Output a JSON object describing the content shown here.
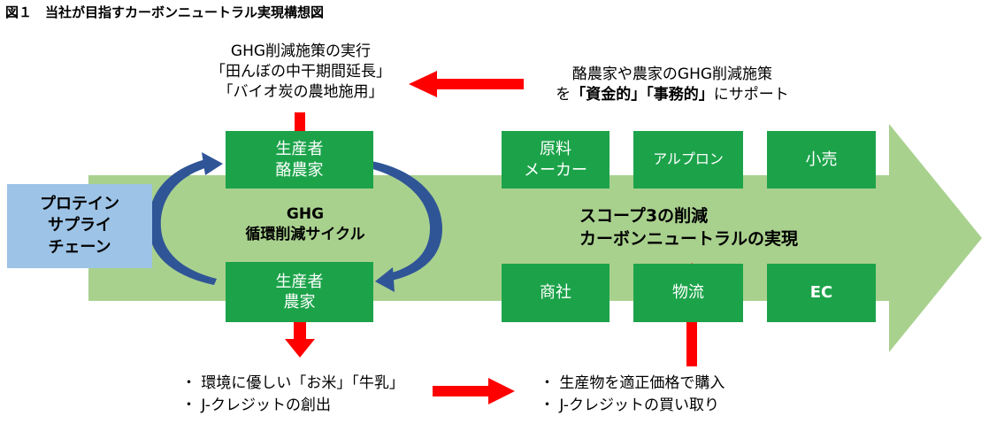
{
  "title": "図１　当社が目指すカーボンニュートラル実現構想図",
  "protein_supply_chain": "プロテイン\nサプライ\nチェーン",
  "cycle": {
    "producer_dairy": "生産者\n酪農家",
    "producer_farmer": "生産者\n農家",
    "label_line1": "GHG",
    "label_line2": "循環削減サイクル"
  },
  "partners": {
    "raw_material_maker": "原料\nメーカー",
    "alpron": "アルプロン",
    "retail": "小売",
    "trading_company": "商社",
    "logistics": "物流",
    "ec": "EC"
  },
  "scope": {
    "line1": "スコープ3の削減",
    "line2": "カーボンニュートラルの実現"
  },
  "top_action": {
    "line1": "GHG削減施策の実行",
    "line2": "「田んぼの中干期間延長」",
    "line3": "「バイオ炭の農地施用」"
  },
  "support": {
    "line1": "酪農家や農家のGHG削減施策",
    "line2_prefix": "を",
    "line2_bold": "「資金的」「事務的」",
    "line2_suffix": "にサポート"
  },
  "bottom_left": [
    "・ 環境に優しい「お米」「牛乳」",
    "・ J-クレジットの創出"
  ],
  "bottom_right": [
    "・ 生産物を適正価格で購入",
    "・ J-クレジットの買い取り"
  ],
  "colors": {
    "big_arrow": "#a9d18e",
    "box_green": "#1ca34a",
    "protein_blue": "#9dc3e6",
    "cycle_arrow": "#2f5597",
    "red_arrow": "#ff0000"
  }
}
